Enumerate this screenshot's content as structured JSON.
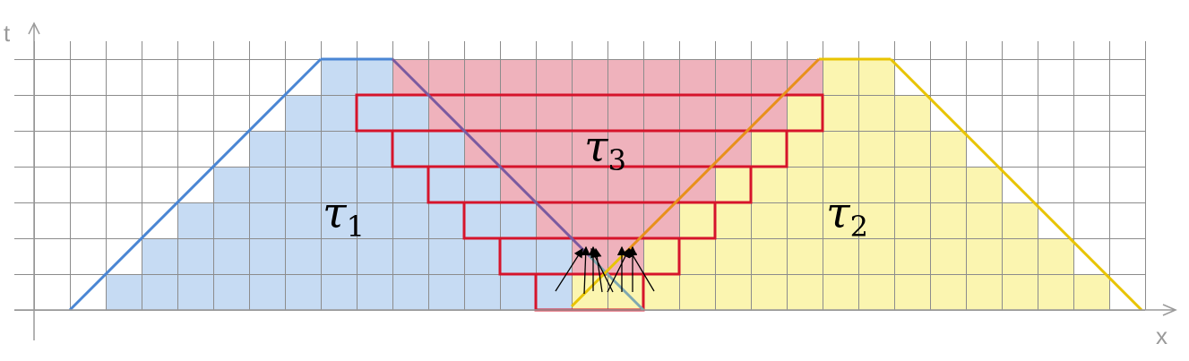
{
  "axes": {
    "t_label": "t",
    "x_label": "x"
  },
  "regions": [
    {
      "id": "tau1",
      "symbol": "τ",
      "subscript": "1",
      "fill": "#c6dbf3",
      "edge": "#4a86d4"
    },
    {
      "id": "tau2",
      "symbol": "τ",
      "subscript": "2",
      "fill": "#fbf5b0",
      "edge": "#e8c400"
    },
    {
      "id": "tau3",
      "symbol": "τ",
      "subscript": "3",
      "fill": "#efb2bc",
      "edge": "#d6142b"
    }
  ],
  "colors": {
    "grid": "#8c8c8c",
    "axis": "#9a9a9a",
    "overlap_edge_tau1_tau3": "#7a5aa0",
    "overlap_edge_tau2_tau3": "#e8901a",
    "overlap_edge_tau2_tau1": "#7fa8b0",
    "arrows": "#000000"
  },
  "grid": {
    "columns": 31,
    "rows": 7
  }
}
